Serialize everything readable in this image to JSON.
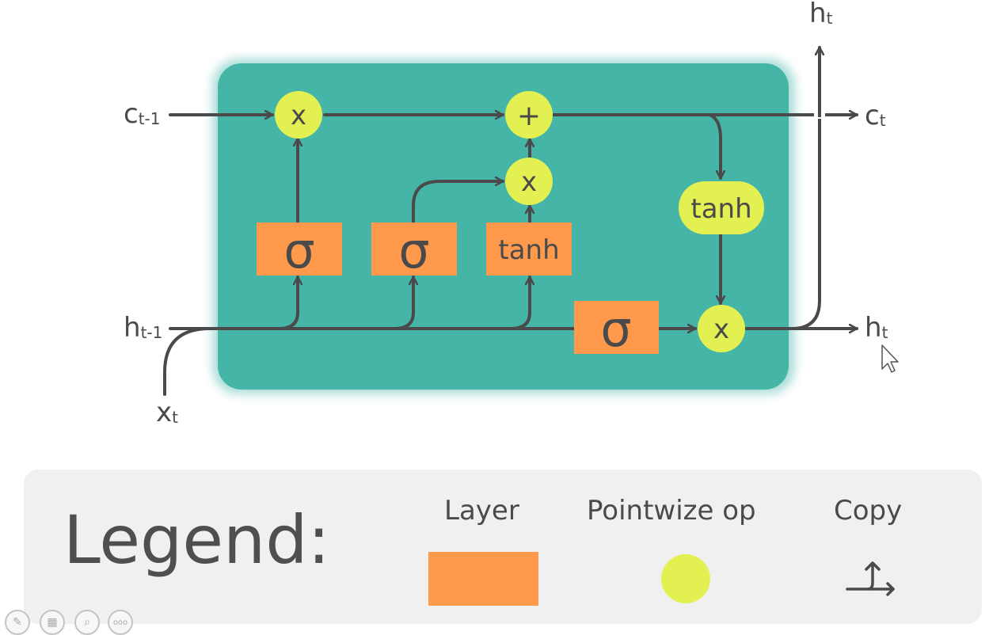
{
  "colors": {
    "cell": "#45b5a8",
    "layer": "#ff9a4d",
    "pointwise": "#e3f051",
    "line": "#4a4a4a"
  },
  "inputs": {
    "c_prev": "c",
    "c_prev_sub": "t-1",
    "h_prev": "h",
    "h_prev_sub": "t-1",
    "x": "x",
    "x_sub": "t"
  },
  "outputs": {
    "c": "c",
    "c_sub": "t",
    "h": "h",
    "h_sub": "t",
    "h_top": "h",
    "h_top_sub": "t"
  },
  "nodes": {
    "forget_gate": "σ",
    "input_gate": "σ",
    "candidate_layer": "tanh",
    "output_gate": "σ",
    "cell_tanh": "tanh",
    "mult_forget": "x",
    "add_cell": "+",
    "mult_input": "x",
    "mult_output": "x"
  },
  "legend": {
    "title": "Legend:",
    "layer_label": "Layer",
    "pointwise_label": "Pointwize op",
    "copy_label": "Copy"
  },
  "toolbar": {
    "icons": [
      "pencil-icon",
      "slides-icon",
      "zoom-icon",
      "more-icon"
    ],
    "more_label": "ooo"
  }
}
